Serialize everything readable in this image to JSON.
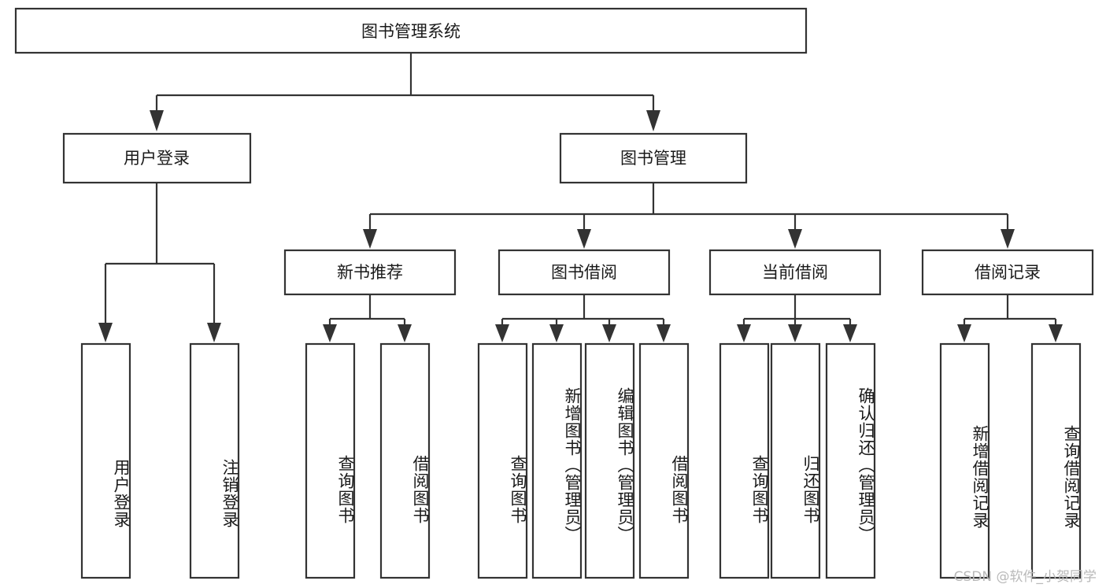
{
  "diagram": {
    "type": "tree-hierarchy",
    "title": "图书管理系统",
    "root": {
      "id": "root",
      "label": "图书管理系统",
      "level": 0
    },
    "level1": [
      {
        "id": "user-login",
        "label": "用户登录",
        "level": 1
      },
      {
        "id": "book-management",
        "label": "图书管理",
        "level": 1
      }
    ],
    "level2": [
      {
        "id": "new-book-recommend",
        "label": "新书推荐",
        "level": 2,
        "parent": "book-management"
      },
      {
        "id": "book-borrow",
        "label": "图书借阅",
        "level": 2,
        "parent": "book-management"
      },
      {
        "id": "current-borrow",
        "label": "当前借阅",
        "level": 2,
        "parent": "book-management"
      },
      {
        "id": "borrow-record",
        "label": "借阅记录",
        "level": 2,
        "parent": "book-management"
      }
    ],
    "leaves": [
      {
        "id": "leaf-user-login",
        "label": "用户登录",
        "parent": "user-login"
      },
      {
        "id": "leaf-logout",
        "label": "注销登录",
        "parent": "user-login"
      },
      {
        "id": "leaf-query-book-1",
        "label": "查询图书",
        "parent": "new-book-recommend"
      },
      {
        "id": "leaf-borrow-book-1",
        "label": "借阅图书",
        "parent": "new-book-recommend"
      },
      {
        "id": "leaf-query-book-2",
        "label": "查询图书",
        "parent": "book-borrow"
      },
      {
        "id": "leaf-add-book",
        "label": "新增图书（管理员）",
        "parent": "book-borrow"
      },
      {
        "id": "leaf-edit-book",
        "label": "编辑图书（管理员）",
        "parent": "book-borrow"
      },
      {
        "id": "leaf-borrow-book-2",
        "label": "借阅图书",
        "parent": "book-borrow"
      },
      {
        "id": "leaf-query-book-3",
        "label": "查询图书",
        "parent": "current-borrow"
      },
      {
        "id": "leaf-return-book",
        "label": "归还图书",
        "parent": "current-borrow"
      },
      {
        "id": "leaf-confirm-return",
        "label": "确认归还（管理员）",
        "parent": "current-borrow"
      },
      {
        "id": "leaf-add-record",
        "label": "新增借阅记录",
        "parent": "borrow-record"
      },
      {
        "id": "leaf-query-record",
        "label": "查询借阅记录",
        "parent": "borrow-record"
      }
    ]
  },
  "watermark": {
    "text": "CSDN @软件_小贺同学"
  },
  "colors": {
    "stroke": "#333333",
    "fill": "#ffffff",
    "text": "#1a1a1a",
    "watermark": "#b9b9b9",
    "background": "#ffffff"
  }
}
